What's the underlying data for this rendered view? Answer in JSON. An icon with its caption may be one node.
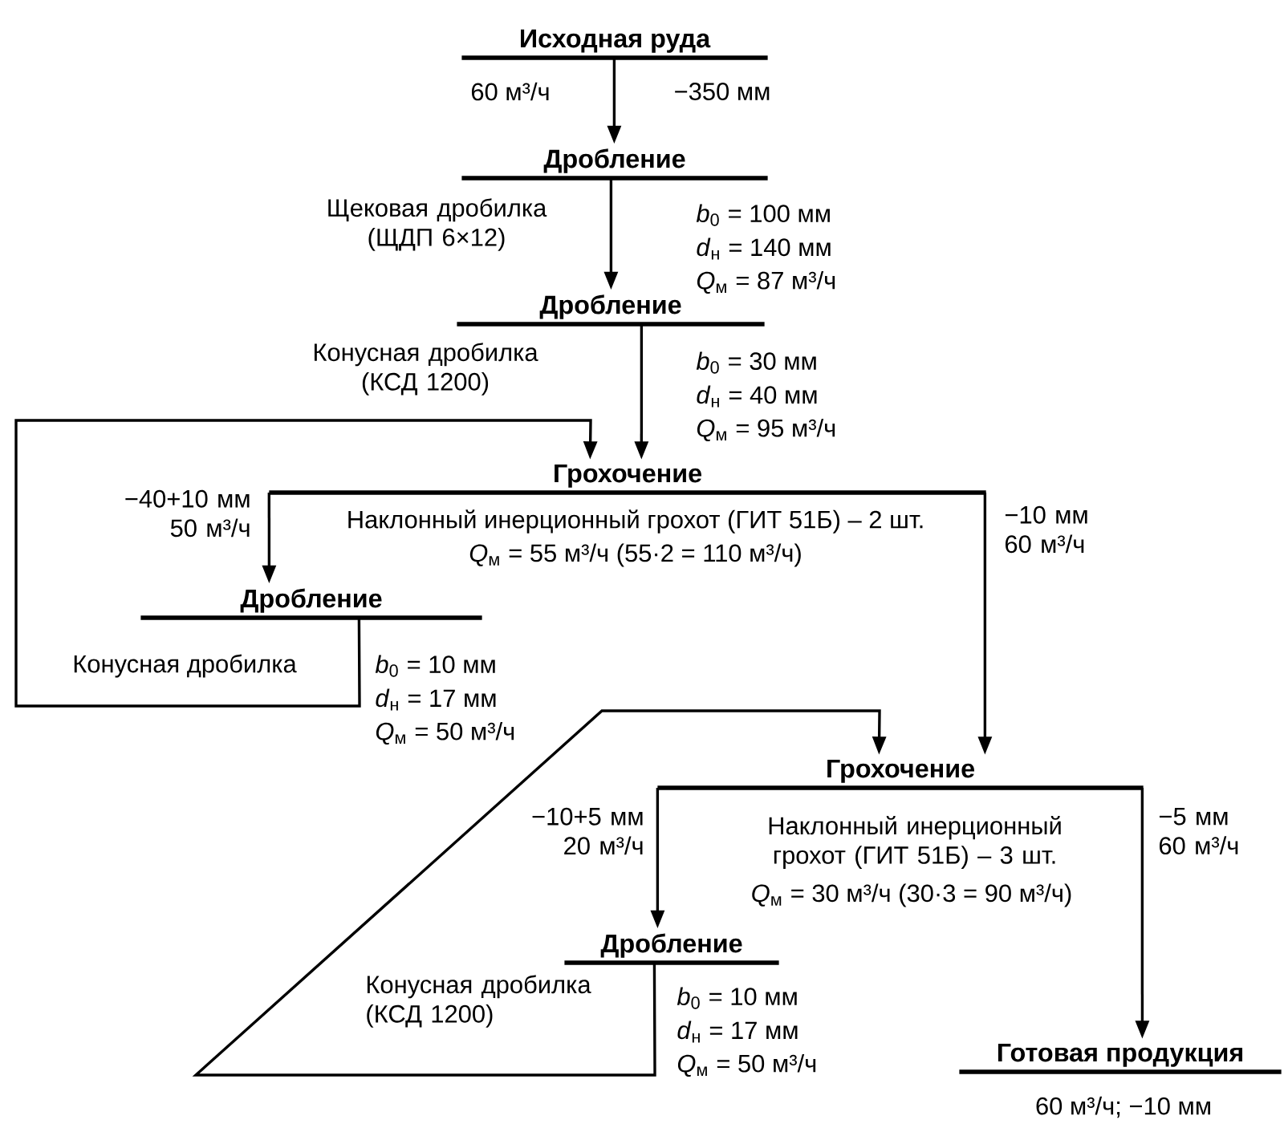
{
  "diagram": {
    "nodes": [
      {
        "text": [
          "Исходная руда"
        ],
        "beside": [
          "60 м³/ч",
          "−350 мм"
        ]
      },
      {
        "text": [
          "Дробление"
        ],
        "beside": [
          "Щековая дробилка (ЩДП 6×12)",
          "*b*$_{0}$ = 100 мм",
          "*d*$_{н}$ = 140 мм",
          "*Q*$_{м}$ = 87 м³/ч"
        ]
      },
      {
        "text": [
          "Дробление"
        ],
        "beside": [
          "Конусная дробилка (КСД 1200)",
          "*b*$_{0}$ = 30 мм",
          "*d*$_{н}$ = 40 мм",
          "*Q*$_{м}$ = 95 м³/ч"
        ]
      },
      {
        "text": [
          "Грохочение"
        ],
        "beside": [
          "Наклонный инерционный грохот (ГИТ 51Б) – 2 шт.",
          "*Q*$_{м}$ = 55 м³/ч (55·2 = 110 м³/ч)"
        ]
      },
      {
        "text": [
          "Дробление"
        ],
        "beside": [
          "Конусная дробилка",
          "*b*$_{0}$ = 10 мм",
          "*d*$_{н}$ = 17 мм",
          "*Q*$_{м}$ = 50 м³/ч"
        ]
      },
      {
        "text": [
          "Грохочение"
        ],
        "beside": [
          "Наклонный инерционный грохот (ГИТ 51Б) – 3 шт.",
          "*Q*$_{м}$ = 30 м³/ч (30·3 = 90 м³/ч)"
        ]
      },
      {
        "text": [
          "Дробление"
        ],
        "beside": [
          "Конусная дробилка (КСД 1200)",
          "*b*$_{0}$ = 10 мм",
          "*d*$_{н}$ = 17 мм",
          "*Q*$_{м}$ = 50 м³/ч"
        ]
      },
      {
        "text": [
          "Готовая продукция"
        ],
        "beside": [
          "60 м³/ч; −10 мм"
        ]
      }
    ],
    "edges": [
      {
        "from": 0,
        "to": 1,
        "arrow": "to"
      },
      {
        "from": 1,
        "to": 2,
        "arrow": "to"
      },
      {
        "from": 2,
        "to": 3,
        "arrow": "to"
      },
      {
        "from": 3,
        "to": 4,
        "arrow": "to",
        "label": "−40+10 мм 50 м³/ч"
      },
      {
        "from": 3,
        "to": 5,
        "arrow": "to",
        "label": "−10 мм 60 м³/ч"
      },
      {
        "from": 4,
        "to": 3,
        "arrow": "to"
      },
      {
        "from": 5,
        "to": 6,
        "arrow": "to",
        "label": "−10+5 мм 20 м³/ч"
      },
      {
        "from": 5,
        "to": 7,
        "arrow": "to",
        "label": "−5 мм 60 м³/ч"
      },
      {
        "from": 6,
        "to": 5,
        "arrow": "to"
      }
    ]
  }
}
